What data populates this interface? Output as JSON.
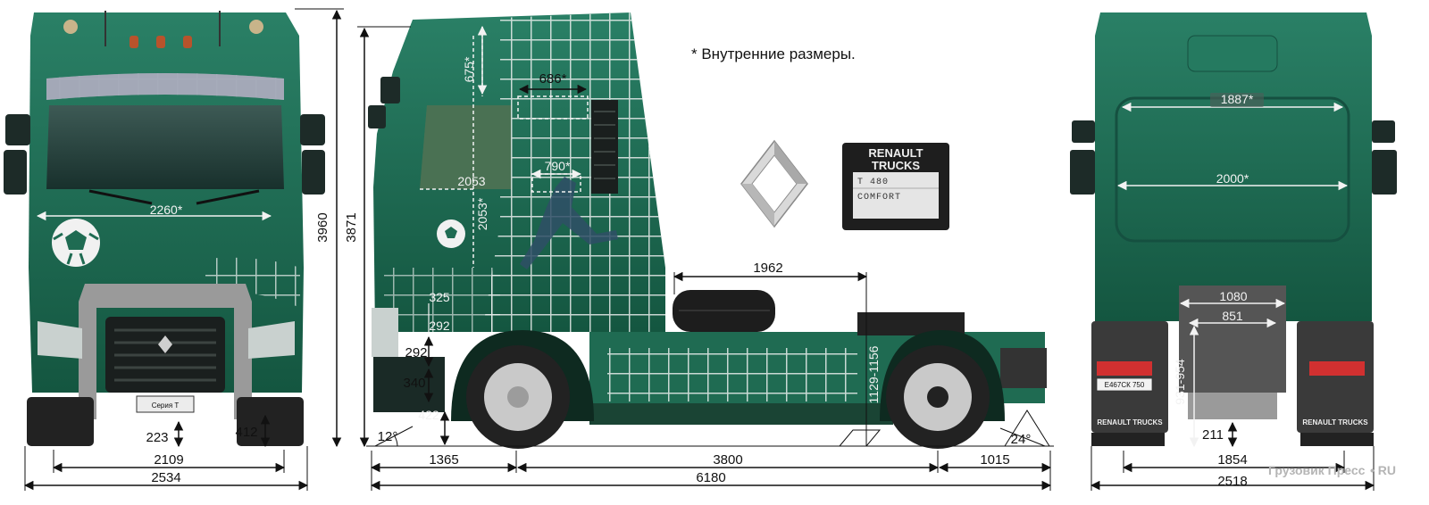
{
  "note": "* Внутренние размеры.",
  "watermark": "Грузовик Пресс",
  "watermark_suffix": "• RU",
  "badge": {
    "line1": "RENAULT",
    "line2": "TRUCKS",
    "model": "T 480",
    "cab": "COMFORT"
  },
  "front_view": {
    "grille_plate": "Серия Т",
    "dims": {
      "cab_inner_width": "2260*",
      "ground_clearance_center": "223",
      "bumper_height": "412",
      "track": "2109",
      "overall_width": "2534",
      "overall_height": "3960",
      "cab_height": "3871"
    }
  },
  "side_view": {
    "dims": {
      "roof_interior": "675*",
      "bunk_length": "686*",
      "bunk_width": "790*",
      "interior_height_a": "2053",
      "interior_height_b": "2053*",
      "step_1": "325",
      "step_2": "292",
      "step_3": "292",
      "step_4": "340",
      "front_clearance": "422",
      "approach_angle": "12°",
      "departure_angle": "24°",
      "cab_to_fifth_wheel": "1962",
      "fifth_wheel_height": "1129-1156",
      "front_overhang": "1365",
      "wheelbase": "3800",
      "rear_overhang": "1015",
      "overall_length": "6180"
    }
  },
  "rear_view": {
    "license_plate": "Е467СК 750",
    "mudflap_left": "RENAULT TRUCKS",
    "mudflap_right": "RENAULT TRUCKS",
    "dims": {
      "upper_bunk_width": "1887*",
      "lower_bunk_width": "2000*",
      "frame_outer": "1080",
      "frame_inner": "851",
      "frame_height": "931-954",
      "rear_clearance": "211",
      "rear_track": "1854",
      "rear_overall_width": "2518"
    }
  },
  "colors": {
    "cab_green": "#1f6b52",
    "dark_green": "#0e4434",
    "tire": "#222222",
    "chrome": "#c9c9c9"
  }
}
